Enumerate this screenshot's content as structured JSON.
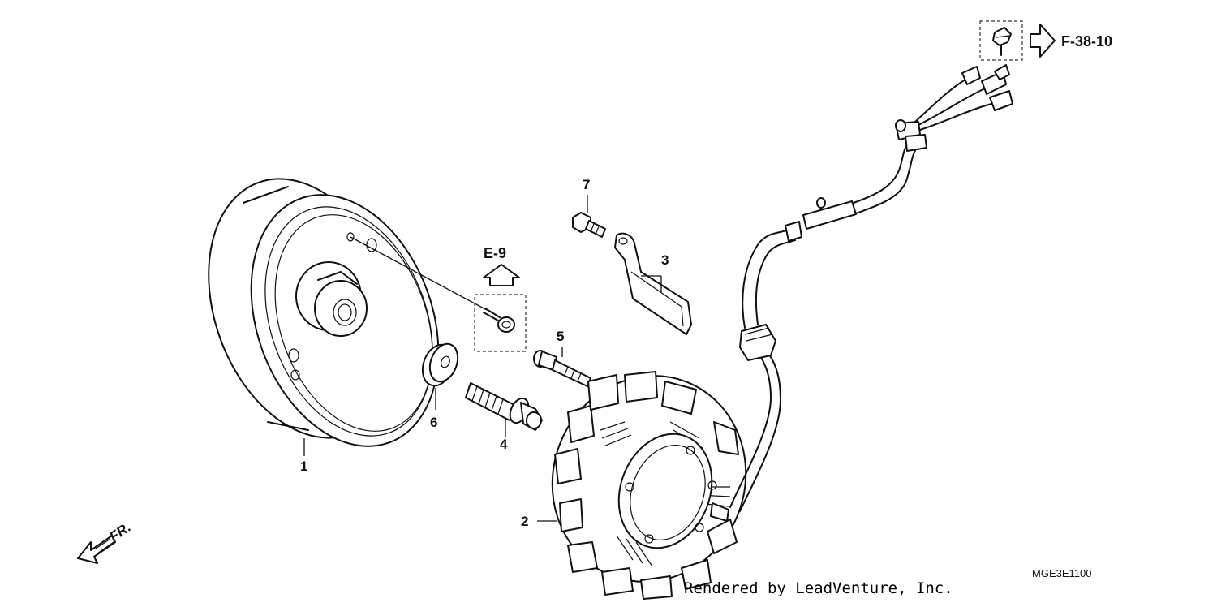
{
  "diagram": {
    "part_numbers": {
      "flywheel": "1",
      "stator": "2",
      "wire_clamp": "3",
      "flange_bolt": "4",
      "socket_bolt": "5",
      "washer": "6",
      "small_bolt": "7"
    },
    "references": {
      "upper_ref": "E-9",
      "wiring_ref": "F-38-10"
    },
    "direction_label": "FR.",
    "diagram_code": "MGE3E1100",
    "credit": "Rendered by LeadVenture, Inc."
  }
}
